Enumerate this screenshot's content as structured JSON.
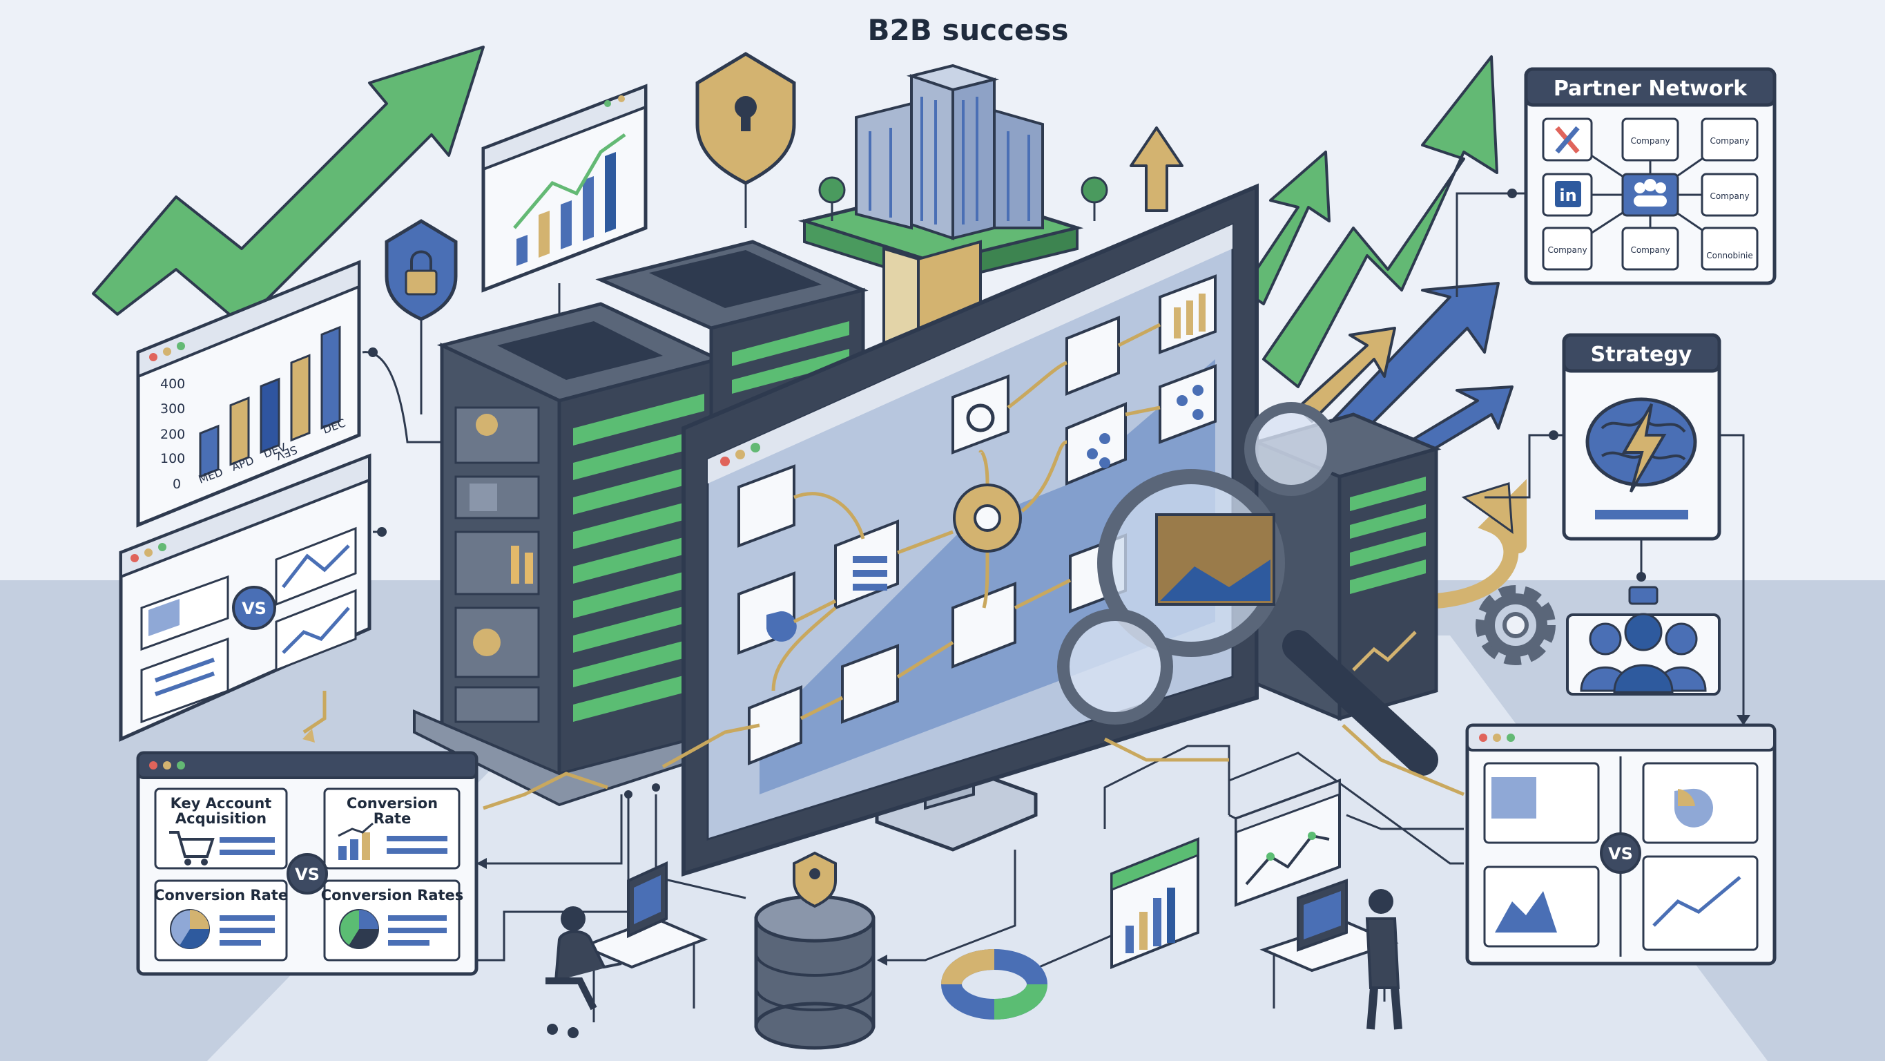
{
  "title": "B2B success",
  "partner_network": {
    "title": "Partner Network",
    "tiles": [
      "Company",
      "Company",
      "Company",
      "Company",
      "Company",
      "Connobinie"
    ],
    "center_icon": "group-icon",
    "brand_icons": [
      "x-logo-icon",
      "linkedin-icon"
    ]
  },
  "strategy": {
    "title": "Strategy",
    "icon": "brain-lightning-icon"
  },
  "kpi_panel": {
    "cards": [
      "Key Account Acquisition",
      "Conversion Rate",
      "Conversion Rate",
      "Conversion Rates"
    ],
    "vs_label": "VS"
  },
  "comparison_left": {
    "vs_label": "VS"
  },
  "comparison_right": {
    "vs_label": "VS"
  },
  "bar_chart_left": {
    "y_ticks": [
      "0",
      "100",
      "200",
      "300",
      "400"
    ],
    "x_ticks": [
      "MED",
      "APD",
      "DEV",
      "SEV",
      "DEC"
    ],
    "values": [
      190,
      260,
      290,
      340,
      410
    ],
    "colors": [
      "#4a6fb5",
      "#d3b370",
      "#2f55a0",
      "#d3b370",
      "#4a6fb5"
    ]
  },
  "colors": {
    "navy": "#2e3a4f",
    "blue": "#4a6fb5",
    "gold": "#d3b370",
    "green": "#5bbd73",
    "panel": "#f7f9fc"
  }
}
